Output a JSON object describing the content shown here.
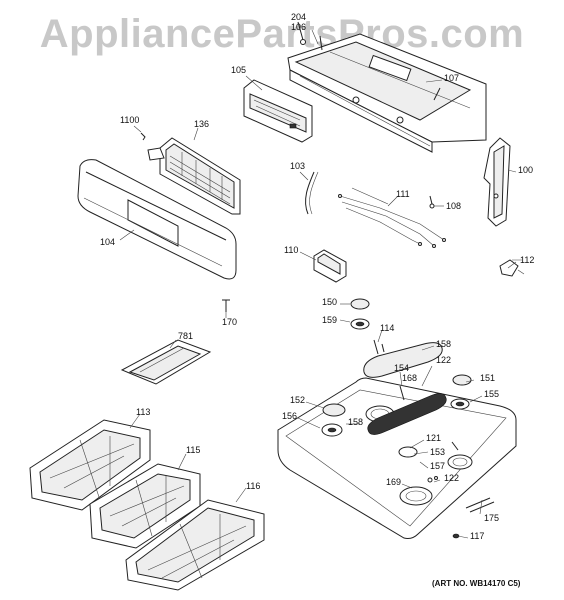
{
  "watermark": "AppliancePartsPros.com",
  "art_number": "(ART NO. WB14170 C5)",
  "callouts": {
    "c204": "204",
    "c106": "106",
    "c105": "105",
    "c107": "107",
    "c1100": "1100",
    "c136": "136",
    "c100": "100",
    "c103": "103",
    "c111": "111",
    "c108": "108",
    "c104": "104",
    "c110": "110",
    "c112": "112",
    "c150": "150",
    "c159": "159",
    "c114": "114",
    "c158a": "158",
    "c170": "170",
    "c781": "781",
    "c122a": "122",
    "c154": "154",
    "c168": "168",
    "c151": "151",
    "c155": "155",
    "c152": "152",
    "c156": "156",
    "c158b": "158",
    "c113": "113",
    "c121": "121",
    "c153": "153",
    "c157": "157",
    "c169": "169",
    "c122b": "122",
    "c115": "115",
    "c116": "116",
    "c175": "175",
    "c117": "117"
  }
}
